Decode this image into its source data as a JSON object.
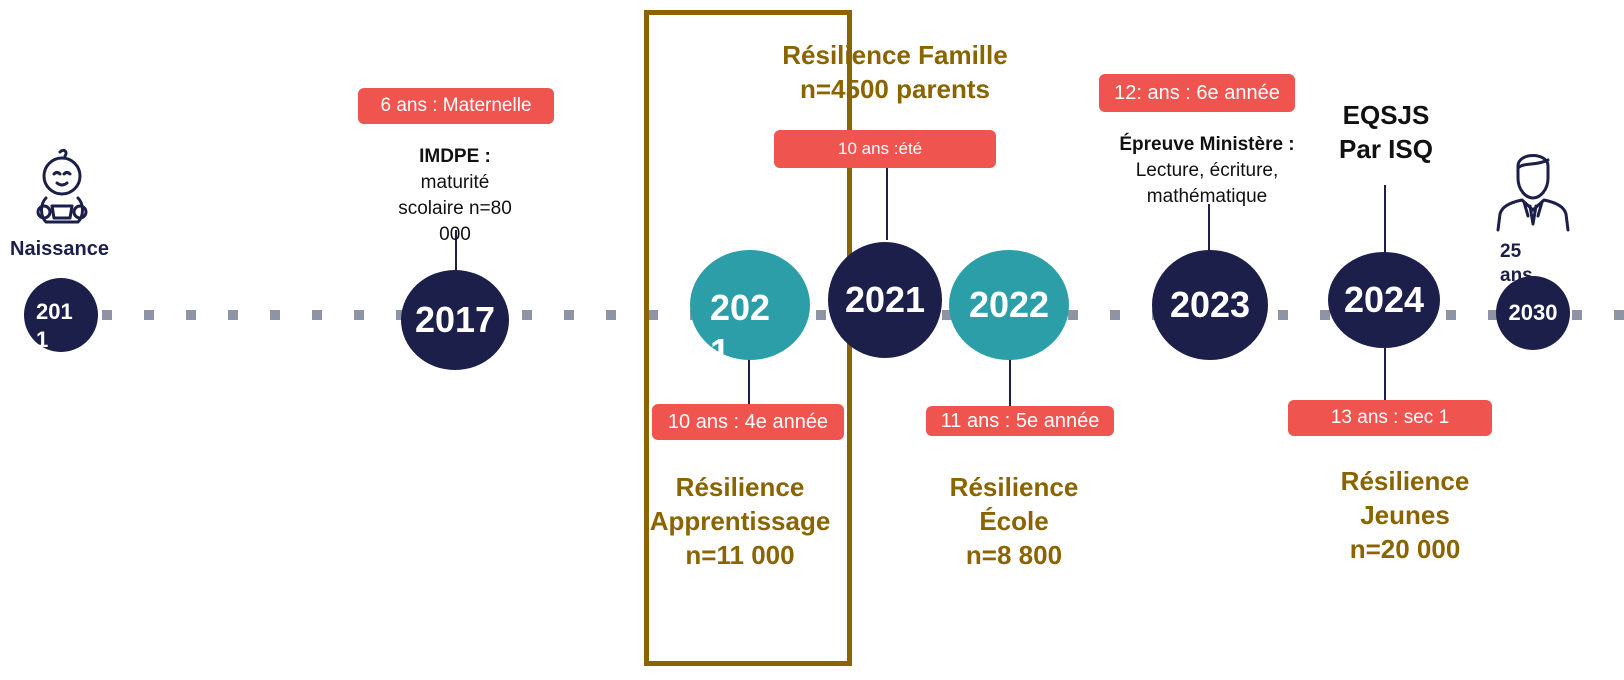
{
  "colors": {
    "navy": "#1b1f4a",
    "teal": "#2b9ea8",
    "red": "#f0544f",
    "gold": "#8a6400",
    "dots": "#8e93a5",
    "line": "#1b1f4a"
  },
  "icons": {
    "baby": "baby-icon",
    "adult": "adult-person-icon"
  },
  "timeline": {
    "y2011": "2011",
    "y2017": "2017",
    "y2021a": "2021",
    "y2021b": "2021",
    "y2022": "2022",
    "y2023": "2023",
    "y2024": "2024",
    "y2030": "2030"
  },
  "labels": {
    "naissance": "Naissance",
    "age25": "25 ans",
    "pill_maternelle": "6 ans : Maternelle",
    "pill_ete": "10 ans :été",
    "pill_4e": "10 ans : 4e année",
    "pill_5e": "11 ans : 5e année",
    "pill_6e": "12: ans : 6e année",
    "pill_sec1": "13 ans : sec 1"
  },
  "imdpe": {
    "title": "IMDPE :",
    "l1": "maturité",
    "l2": "scolaire  n=80",
    "l3": "000"
  },
  "epreuve": {
    "title": "Épreuve Ministère :",
    "l1": "Lecture, écriture,",
    "l2": "mathématique"
  },
  "eqsjs": {
    "l1": "EQSJS",
    "l2": "Par ISQ"
  },
  "studies": {
    "famille": {
      "l1": "Résilience Famille",
      "l2": "n=4500 parents"
    },
    "apprentissage": {
      "l1": "Résilience",
      "l2": "Apprentissage",
      "l3": "n=11 000"
    },
    "ecole": {
      "l1": "Résilience",
      "l2": "École",
      "l3": "n=8 800"
    },
    "jeunes": {
      "l1": "Résilience",
      "l2": "Jeunes",
      "l3": "n=20 000"
    }
  }
}
